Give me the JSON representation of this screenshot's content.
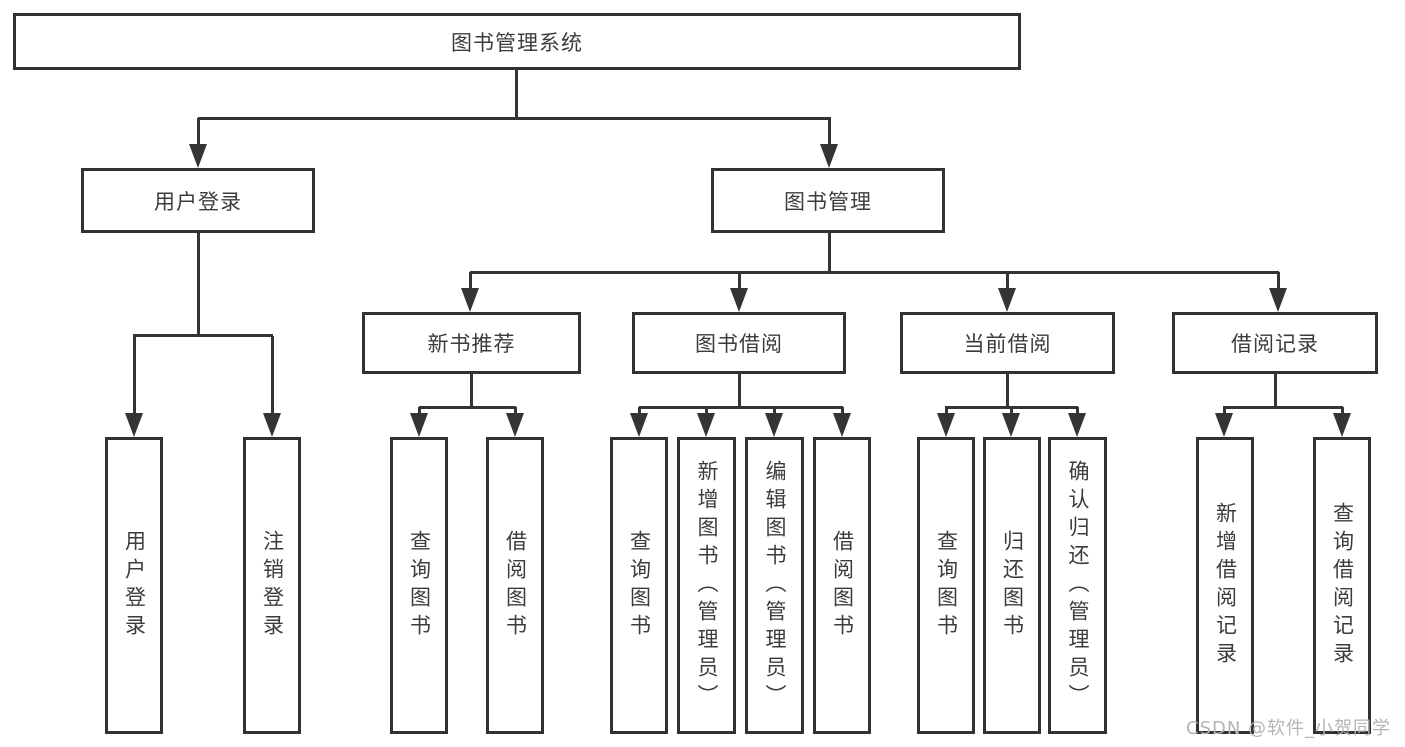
{
  "colors": {
    "line": "#343434",
    "box_border": "#323232",
    "text": "#3c3c3c",
    "watermark": "#b4b4b4",
    "background": "#ffffff"
  },
  "diagram": {
    "root": "图书管理系统",
    "branches": [
      {
        "label": "用户登录",
        "leaves": [
          "用户登录",
          "注销登录"
        ]
      },
      {
        "label": "图书管理",
        "groups": [
          {
            "label": "新书推荐",
            "leaves": [
              "查询图书",
              "借阅图书"
            ]
          },
          {
            "label": "图书借阅",
            "leaves": [
              "查询图书",
              "新增图书（管理员）",
              "编辑图书（管理员）",
              "借阅图书"
            ]
          },
          {
            "label": "当前借阅",
            "leaves": [
              "查询图书",
              "归还图书",
              "确认归还（管理员）"
            ]
          },
          {
            "label": "借阅记录",
            "leaves": [
              "新增借阅记录",
              "查询借阅记录"
            ]
          }
        ]
      }
    ]
  },
  "watermark": {
    "text": "CSDN @软件_小贺同学"
  }
}
